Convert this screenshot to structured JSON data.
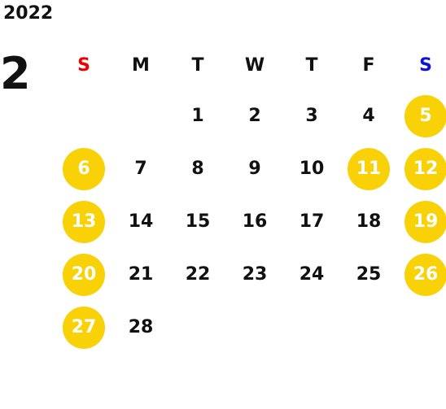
{
  "calendar": {
    "year": "2022",
    "month": "2",
    "weekdays": [
      {
        "label": "S",
        "color": "#ee0000"
      },
      {
        "label": "M",
        "color": "#111111"
      },
      {
        "label": "T",
        "color": "#111111"
      },
      {
        "label": "W",
        "color": "#111111"
      },
      {
        "label": "T",
        "color": "#111111"
      },
      {
        "label": "F",
        "color": "#111111"
      },
      {
        "label": "S",
        "color": "#0a14d8"
      }
    ],
    "highlight_color": "#f8d106",
    "weeks": [
      [
        {
          "day": "",
          "highlighted": false
        },
        {
          "day": "",
          "highlighted": false
        },
        {
          "day": "1",
          "highlighted": false
        },
        {
          "day": "2",
          "highlighted": false
        },
        {
          "day": "3",
          "highlighted": false
        },
        {
          "day": "4",
          "highlighted": false
        },
        {
          "day": "5",
          "highlighted": true
        }
      ],
      [
        {
          "day": "6",
          "highlighted": true
        },
        {
          "day": "7",
          "highlighted": false
        },
        {
          "day": "8",
          "highlighted": false
        },
        {
          "day": "9",
          "highlighted": false
        },
        {
          "day": "10",
          "highlighted": false
        },
        {
          "day": "11",
          "highlighted": true
        },
        {
          "day": "12",
          "highlighted": true
        }
      ],
      [
        {
          "day": "13",
          "highlighted": true
        },
        {
          "day": "14",
          "highlighted": false
        },
        {
          "day": "15",
          "highlighted": false
        },
        {
          "day": "16",
          "highlighted": false
        },
        {
          "day": "17",
          "highlighted": false
        },
        {
          "day": "18",
          "highlighted": false
        },
        {
          "day": "19",
          "highlighted": true
        }
      ],
      [
        {
          "day": "20",
          "highlighted": true
        },
        {
          "day": "21",
          "highlighted": false
        },
        {
          "day": "22",
          "highlighted": false
        },
        {
          "day": "23",
          "highlighted": false
        },
        {
          "day": "24",
          "highlighted": false
        },
        {
          "day": "25",
          "highlighted": false
        },
        {
          "day": "26",
          "highlighted": true
        }
      ],
      [
        {
          "day": "27",
          "highlighted": true
        },
        {
          "day": "28",
          "highlighted": false
        },
        {
          "day": "",
          "highlighted": false
        },
        {
          "day": "",
          "highlighted": false
        },
        {
          "day": "",
          "highlighted": false
        },
        {
          "day": "",
          "highlighted": false
        },
        {
          "day": "",
          "highlighted": false
        }
      ]
    ]
  }
}
